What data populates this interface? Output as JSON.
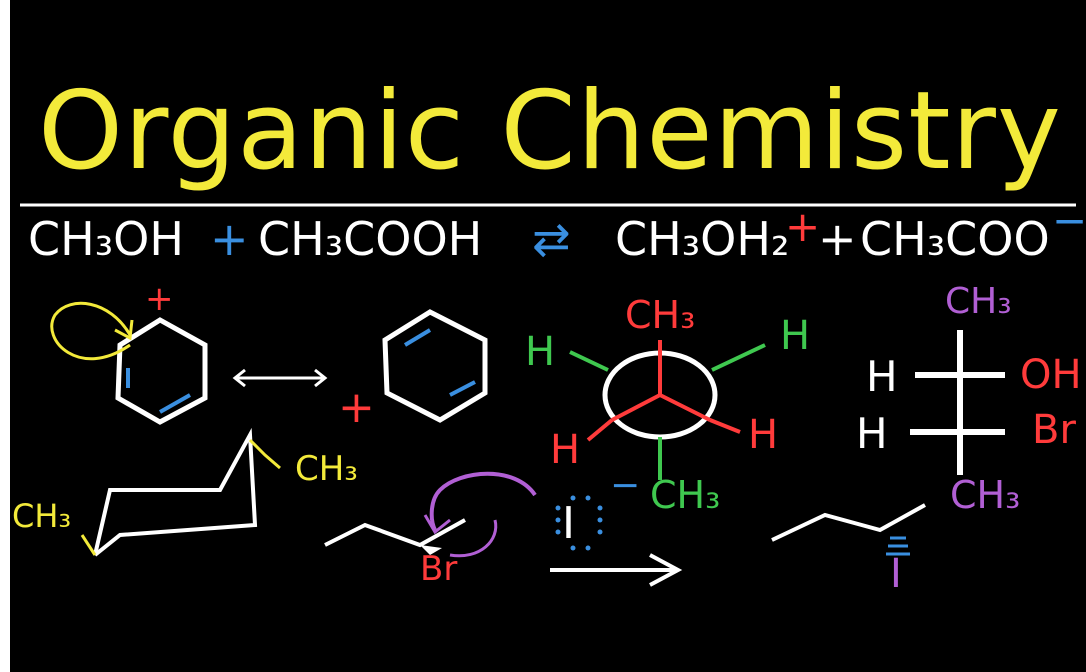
{
  "title": "Organic Chemistry",
  "equation": {
    "reactant1": "CH₃OH",
    "plus1": "+",
    "reactant2": "CH₃COOH",
    "arrow": "⇄",
    "product1": "CH₃OH₂",
    "product1_charge": "+",
    "plus2": "+",
    "product2": "CH₃COO",
    "product2_charge": "−"
  },
  "resonance": {
    "charge1": "+",
    "arrow": "⟷",
    "charge2": "+"
  },
  "newman": {
    "front": "CH₃",
    "left_up": "H",
    "right_up": "H",
    "left_down": "H",
    "right_down": "H",
    "back": "CH₃"
  },
  "fischer": {
    "top": "CH₃",
    "h1": "H",
    "oh": "OH",
    "h2": "H",
    "br": "Br",
    "bottom": "CH₃"
  },
  "chair": {
    "axial": "CH₃",
    "left": "CH₃"
  },
  "sn2": {
    "nucleophile": "I",
    "charge": "−",
    "leaving": "Br",
    "product": "I"
  },
  "colors": {
    "background": "#000000",
    "title": "#f3ea3a",
    "red": "#ff3b3b",
    "green": "#3fc84f",
    "blue": "#3a8fe0",
    "purple": "#b15fd4"
  }
}
